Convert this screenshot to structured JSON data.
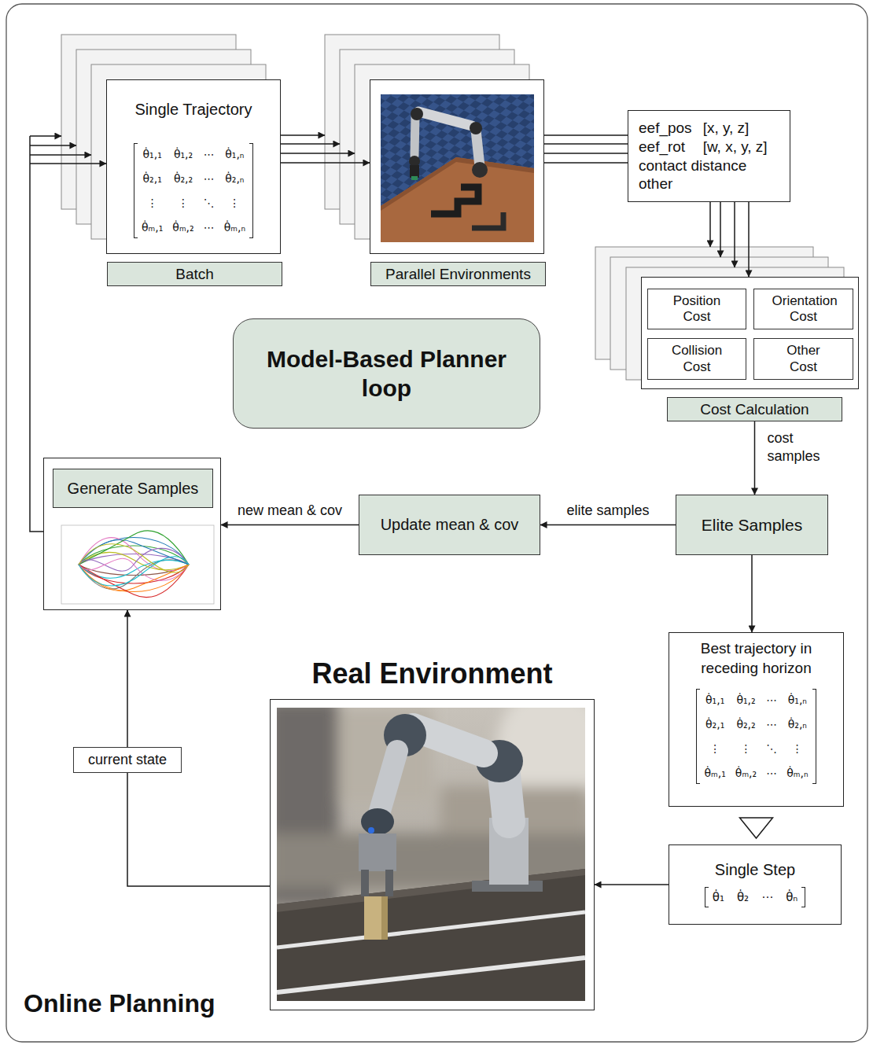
{
  "diagram": {
    "nodes": [
      {
        "text": [
          "Single Trajectory",
          "θ̇₁,₁",
          "θ̇₁,₂",
          "⋯",
          "θ̇₁,ₙ",
          "θ̇₂,₁",
          "θ̇₂,₂",
          "⋯",
          "θ̇₂,ₙ",
          "⋮",
          "⋮",
          "⋱",
          "⋮",
          "θ̇ₘ,₁",
          "θ̇ₘ,₂",
          "⋯",
          "θ̇ₘ,ₙ",
          "Batch"
        ]
      },
      {
        "text": [
          "Parallel Environments"
        ]
      },
      {
        "text": [
          "eef_pos",
          "[x, y, z]",
          "eef_rot",
          "[w, x, y, z]",
          "contact distance",
          "other"
        ]
      },
      {
        "text": [
          "Cost Calculation"
        ]
      },
      {
        "text": [
          "Position Cost"
        ],
        "in": 3
      },
      {
        "text": [
          "Orientation Cost"
        ],
        "in": 3
      },
      {
        "text": [
          "Collision Cost"
        ],
        "in": 3
      },
      {
        "text": [
          "Other Cost"
        ],
        "in": 3
      },
      {
        "text": [
          "Model-Based Planner loop"
        ]
      },
      {
        "text": [
          "Elite Samples"
        ]
      },
      {
        "text": [
          "Update mean & cov"
        ]
      },
      {
        "text": [
          "Generate Samples"
        ]
      },
      {
        "text": [
          "Best trajectory in receding horizon",
          "θ̇₁,₁",
          "θ̇₁,₂",
          "⋯",
          "θ̇₁,ₙ",
          "θ̇₂,₁",
          "θ̇₂,₂",
          "⋯",
          "θ̇₂,ₙ",
          "⋮",
          "⋮",
          "⋱",
          "⋮",
          "θ̇ₘ,₁",
          "θ̇ₘ,₂",
          "⋯",
          "θ̇ₘ,ₙ"
        ]
      },
      {
        "text": [
          "Single Step",
          "θ̇₁",
          "θ̇₂",
          "⋯",
          "θ̇ₙ"
        ]
      },
      {
        "text": [
          "Real Environment"
        ]
      }
    ],
    "edges": [
      {
        "from": 0,
        "to": 1,
        "arrow": "to"
      },
      {
        "from": 1,
        "to": 2,
        "arrow": "none"
      },
      {
        "from": 2,
        "to": 3,
        "arrow": "to"
      },
      {
        "from": 3,
        "to": 9,
        "arrow": "to",
        "label": "cost samples"
      },
      {
        "from": 9,
        "to": 10,
        "arrow": "to",
        "label": "elite samples"
      },
      {
        "from": 10,
        "to": 11,
        "arrow": "to",
        "label": "new mean & cov"
      },
      {
        "from": 11,
        "to": 0,
        "arrow": "to"
      },
      {
        "from": 9,
        "to": 12,
        "arrow": "to"
      },
      {
        "from": 12,
        "to": 13,
        "arrow": "to"
      },
      {
        "from": 13,
        "to": 14,
        "arrow": "to"
      },
      {
        "from": 14,
        "to": 11,
        "arrow": "to",
        "label": "current state"
      }
    ],
    "labels": [
      "Online Planning"
    ]
  }
}
